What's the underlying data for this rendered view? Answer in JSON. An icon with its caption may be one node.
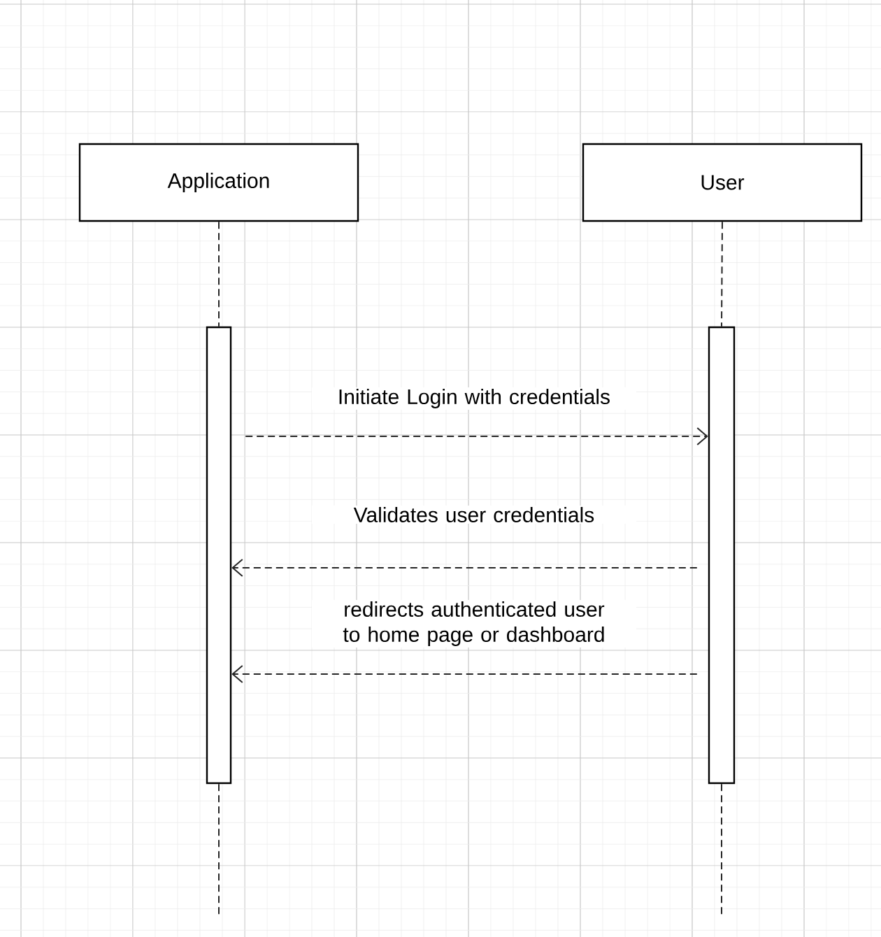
{
  "diagram": {
    "nodes": [
      {
        "text": [
          "Application"
        ]
      },
      {
        "text": [
          "User"
        ]
      },
      {
        "text": [],
        "shape": "bar"
      },
      {
        "text": [],
        "shape": "bar"
      }
    ],
    "edges": [
      {
        "from": 0,
        "to": 2,
        "arrow": "none",
        "style": "dashed"
      },
      {
        "from": 1,
        "to": 3,
        "arrow": "none",
        "style": "dashed"
      },
      {
        "from": 2,
        "to": null,
        "arrow": "none",
        "style": "dashed"
      },
      {
        "from": 3,
        "to": null,
        "arrow": "none",
        "style": "dashed"
      },
      {
        "from": 2,
        "to": 3,
        "arrow": "to",
        "style": "dashed",
        "label": "Initiate Login with credentials"
      },
      {
        "from": 3,
        "to": 2,
        "arrow": "to",
        "style": "dashed",
        "label": "Validates user credentials"
      },
      {
        "from": 3,
        "to": 2,
        "arrow": "to",
        "style": "dashed",
        "label": "redirects authenticated user to home page or dashboard"
      }
    ]
  }
}
